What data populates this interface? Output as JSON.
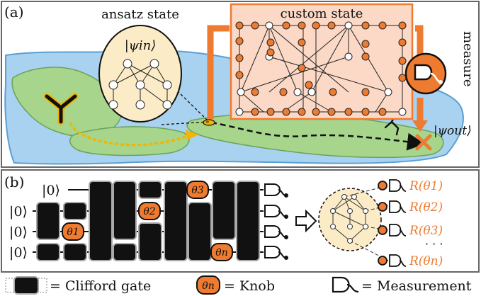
{
  "panel_a": {
    "label": "(a)",
    "ansatz_title": "ansatz state",
    "ansatz_ket": "|ψin⟩",
    "custom_title": "custom state",
    "measure_label": "measure",
    "out_ket": "|ψout⟩"
  },
  "panel_b": {
    "label": "(b)",
    "qubit_labels": [
      "|0⟩",
      "|0⟩",
      "|0⟩",
      "|0⟩"
    ],
    "knob_labels": [
      "θ3",
      "θ2",
      "θ1",
      "θn"
    ],
    "results": [
      "R(θ1)",
      "R(θ2)",
      "R(θ3)",
      "R(θn)"
    ],
    "ellipsis": "· · ·"
  },
  "legend": {
    "clifford": "= Clifford gate",
    "knob_symbol": "θn",
    "knob": "= Knob",
    "measurement": "= Measurement"
  },
  "colors": {
    "orange": "#ee7b30",
    "sea": "#a9d1f0",
    "island": "#a6d58b",
    "bubble": "#fbebc6",
    "custom_bg": "#fbd9c6"
  },
  "icons": [
    "airplane-icon",
    "runner-icon",
    "measurement-meter-icon",
    "x-mark-icon",
    "arrow-right-icon"
  ]
}
